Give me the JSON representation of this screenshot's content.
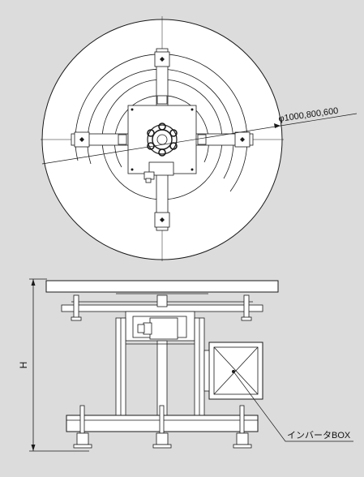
{
  "top_view": {
    "diameter_label": "φ1000,800,600"
  },
  "side_view": {
    "height_label": "H",
    "inverter_label": "インバータBOX"
  },
  "colors": {
    "background": "#dcdcdc",
    "line": "#1a1a1a",
    "fill": "#ffffff"
  }
}
